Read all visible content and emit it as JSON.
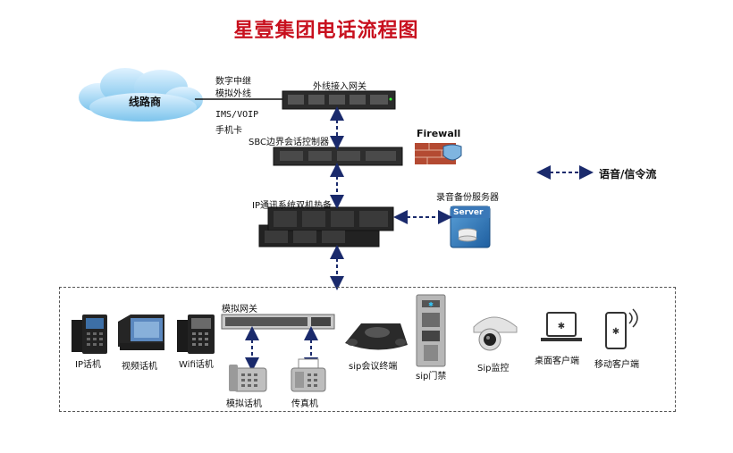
{
  "title": "星壹集团电话流程图",
  "cloud": {
    "label": "线路商"
  },
  "trunk_labels": {
    "line1": "数字中继",
    "line2": "模拟外线",
    "line3": "IMS/VOIP",
    "line4": "手机卡"
  },
  "gateway": {
    "label": "外线接入网关"
  },
  "sbc": {
    "label": "SBC边界会话控制器"
  },
  "firewall": {
    "label": "Firewall"
  },
  "ip_pbx": {
    "label": "IP通讯系统双机热备"
  },
  "backup_server": {
    "label": "录音备份服务器",
    "badge": "Server"
  },
  "legend": {
    "label": "语音/信令流"
  },
  "analog_gateway": {
    "label": "模拟网关"
  },
  "devices": {
    "ip_phone": "IP话机",
    "video_phone": "视频话机",
    "wifi_phone": "Wifi话机",
    "analog_phone": "模拟话机",
    "fax": "传真机",
    "conference": "sip会议终端",
    "door": "sip门禁",
    "camera": "Sip监控",
    "desktop": "桌面客户端",
    "mobile": "移动客户端"
  },
  "colors": {
    "title": "#c8101e",
    "arrow": "#1a2a6c",
    "device": "#333333"
  }
}
